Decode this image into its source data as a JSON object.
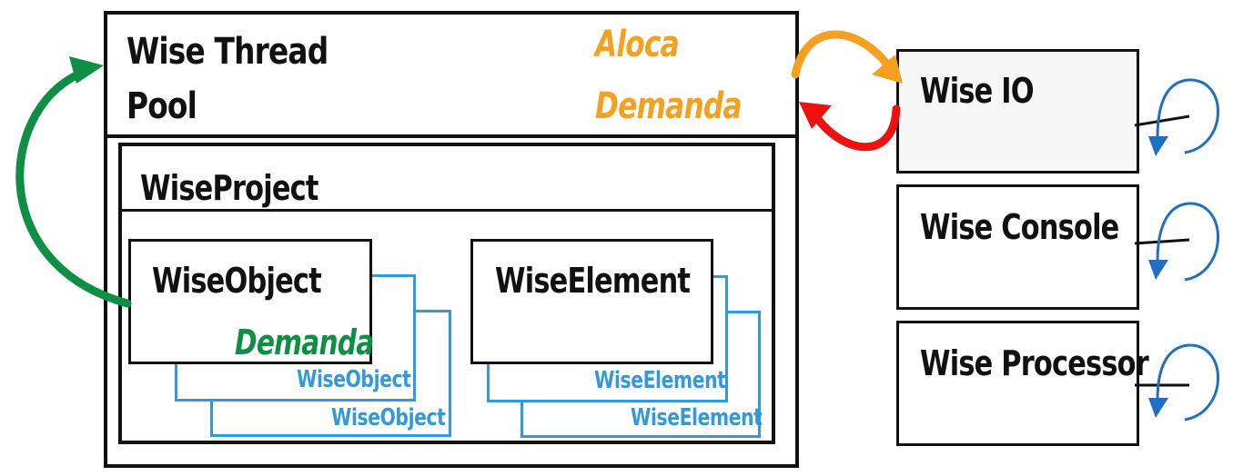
{
  "thread_pool": {
    "title_line1": "Wise Thread",
    "title_line2": "Pool",
    "aloca": "Aloca",
    "demanda": "Demanda"
  },
  "project": {
    "title": "WiseProject"
  },
  "wise_object": {
    "title": "WiseObject",
    "demanda": "Demanda",
    "stack_labels": [
      "WiseObject",
      "WiseObject"
    ]
  },
  "wise_element": {
    "title": "WiseElement",
    "stack_labels": [
      "WiseElement",
      "WiseElement"
    ]
  },
  "services": [
    {
      "name": "Wise IO"
    },
    {
      "name": "Wise Console"
    },
    {
      "name": "Wise Processor"
    }
  ],
  "colors": {
    "black": "#111111",
    "orange": "#f4a020",
    "red": "#ee1111",
    "green": "#0f8f45",
    "blue": "#3399dd",
    "loop_blue": "#1f70c0",
    "io_bg": "#f7f7f7"
  }
}
